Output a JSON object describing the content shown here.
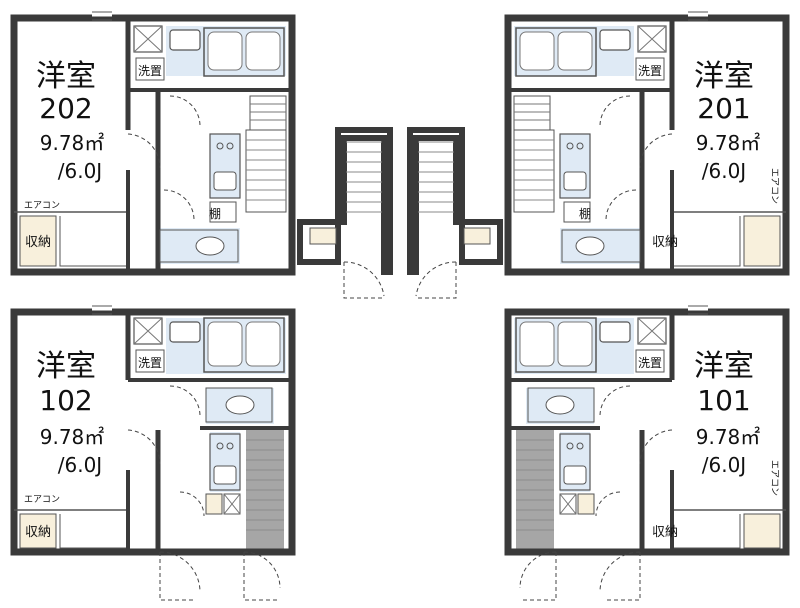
{
  "units": [
    {
      "room_label": "洋室",
      "room_number": "202",
      "area": "9.78㎡",
      "size": "/6.0J"
    },
    {
      "room_label": "洋室",
      "room_number": "201",
      "area": "9.78㎡",
      "size": "/6.0J"
    },
    {
      "room_label": "洋室",
      "room_number": "102",
      "area": "9.78㎡",
      "size": "/6.0J"
    },
    {
      "room_label": "洋室",
      "room_number": "101",
      "area": "9.78㎡",
      "size": "/6.0J"
    }
  ],
  "labels": {
    "wash": "洗置",
    "shelf": "棚",
    "storage": "収納",
    "aircon": "エアコン"
  },
  "colors": {
    "wall": "#3a3a3a",
    "wet_area": "#dfeaf5",
    "storage": "#f8f0dc",
    "stairs_fill": "#a6a6a6"
  }
}
